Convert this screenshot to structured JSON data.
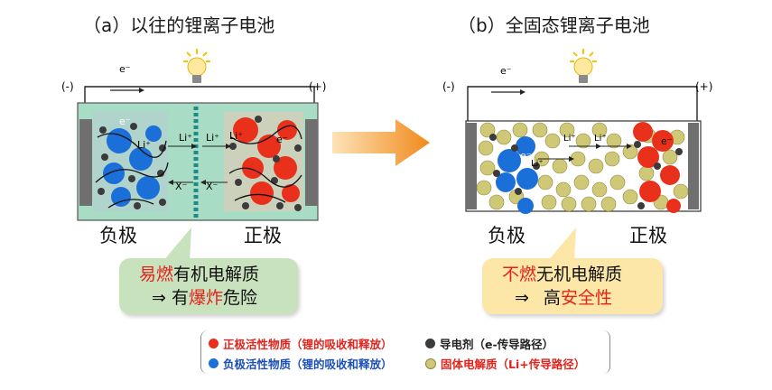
{
  "panel_a": {
    "title": "（a）以往的锂离子电池",
    "minus": "(-)",
    "plus": "(+)",
    "electron": "e⁻",
    "anode": "负极",
    "cathode": "正极",
    "li_plus": "Li⁺",
    "x_minus": "X⁻",
    "bubble_line1_red": "易燃",
    "bubble_line1_rest": "有机电解质",
    "bubble_line2_prefix": "⇒ 有",
    "bubble_line2_red": "爆炸",
    "bubble_line2_suffix": "危险"
  },
  "panel_b": {
    "title": "（b）全固态锂离子电池",
    "minus": "(-)",
    "plus": "(+)",
    "electron": "e⁻",
    "anode": "负极",
    "cathode": "正极",
    "li_plus": "Li⁺",
    "bubble_line1_red": "不燃",
    "bubble_line1_rest": "无机电解质",
    "bubble_line2_prefix": "⇒",
    "bubble_line2_plain": "高",
    "bubble_line2_red": "安全性"
  },
  "legend": {
    "cathode_text": "正极活性物质（锂的吸收和释放）",
    "anode_text": "负极活性物质（锂的吸收和释放）",
    "conductive_text": "导电剂（e-传导路径）",
    "solid_text": "固体电解质（Li+传导路径）"
  },
  "colors": {
    "cathode": "#e8301b",
    "anode": "#1b6fd8",
    "conductive": "#3b3b3b",
    "solid_electrolyte": "#cfc877",
    "electrolyte_bg": "#a9dcc4",
    "arrow": "#f08a1c"
  }
}
